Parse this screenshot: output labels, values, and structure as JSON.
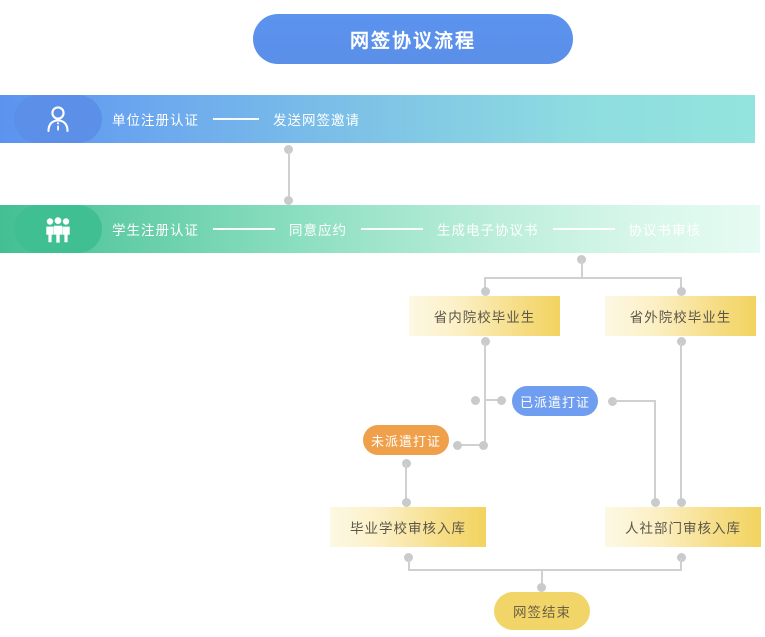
{
  "title": {
    "text": "网签协议流程"
  },
  "colors": {
    "title_blue": "#5b8fe8",
    "stage_blue": "#5b93ef",
    "stage_green": "#3fbf92",
    "box_yellow": "#f2d35f",
    "pill_blue": "#6f9df0",
    "pill_orange": "#f0a04b",
    "pill_yellow": "#f2d568",
    "connector_gray": "#cfd0d2"
  },
  "stages": [
    {
      "id": "employer",
      "icon": "person-info-icon",
      "steps": [
        "单位注册认证",
        "发送网签邀请"
      ]
    },
    {
      "id": "student",
      "icon": "group-people-icon",
      "steps": [
        "学生注册认证",
        "同意应约",
        "生成电子协议书",
        "协议书审核"
      ]
    }
  ],
  "nodes": {
    "in_province": "省内院校毕业生",
    "out_province": "省外院校毕业生",
    "dispatched": "已派遣打证",
    "not_dispatched": "未派遣打证",
    "school_archive": "毕业学校审核入库",
    "hr_archive": "人社部门审核入库",
    "finish": "网签结束"
  }
}
